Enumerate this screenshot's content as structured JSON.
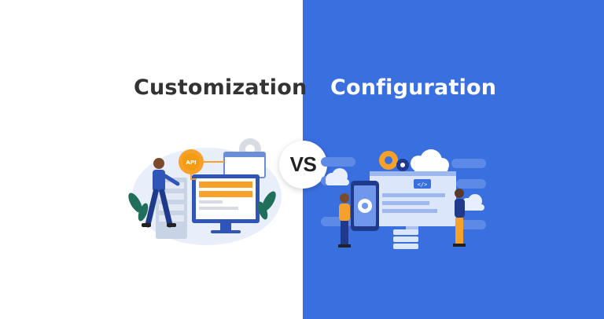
{
  "left": {
    "title": "Customization",
    "api_badge": "API"
  },
  "right": {
    "title": "Configuration",
    "code_tag": "</>"
  },
  "vs_label": "VS",
  "colors": {
    "right_background": "#3a6fe0",
    "accent_orange": "#f7a02a",
    "dark_text": "#333333"
  }
}
